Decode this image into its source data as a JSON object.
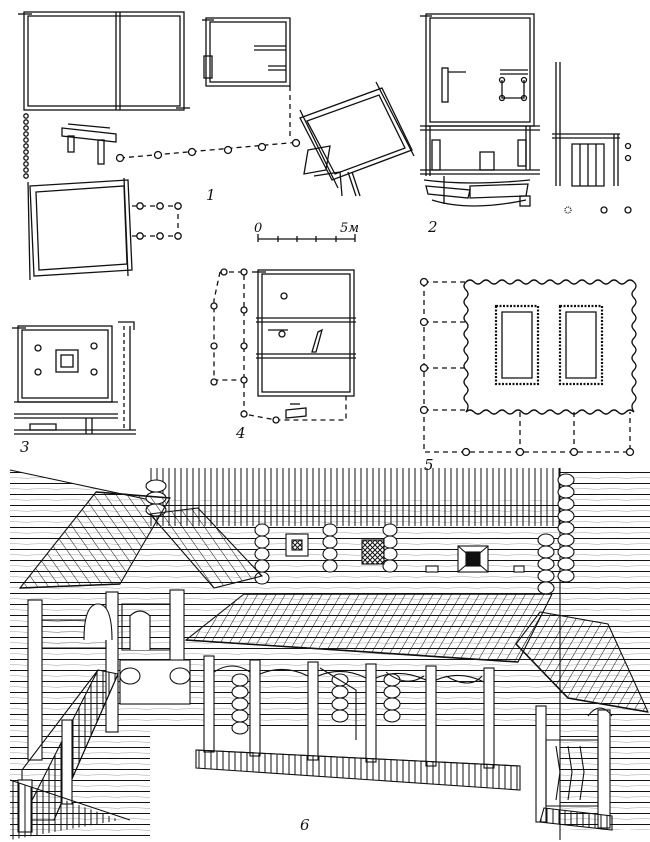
{
  "figure": {
    "labels": {
      "plan_1": "1",
      "plan_2": "2",
      "plan_3": "3",
      "plan_4": "4",
      "plan_5": "5",
      "view_6": "6"
    },
    "scale": {
      "start": "0",
      "end": "5м"
    }
  },
  "colors": {
    "ink": "#111111",
    "paper": "#ffffff"
  }
}
